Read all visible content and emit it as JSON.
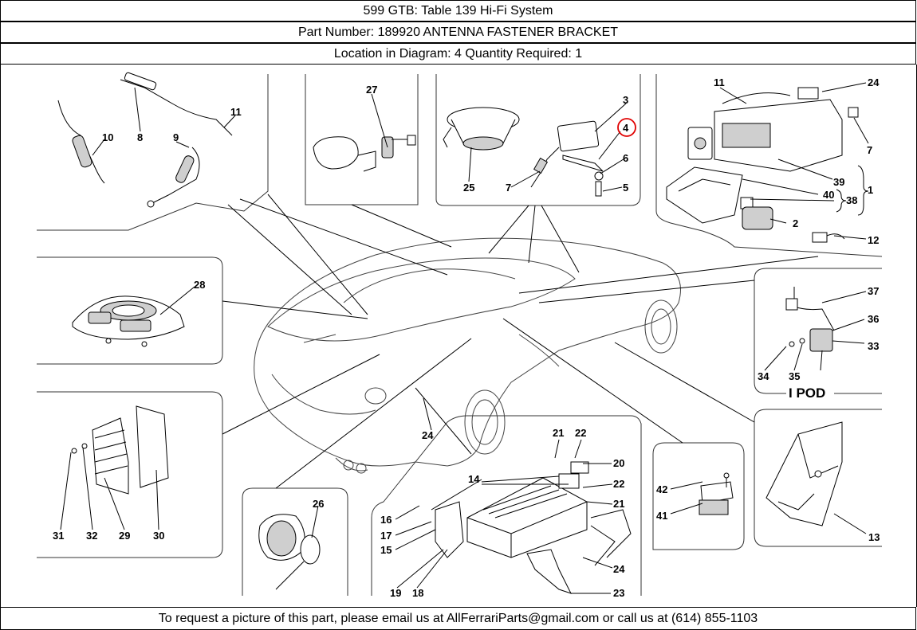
{
  "header": {
    "title": "599 GTB:   Table 139 Hi-Fi System",
    "part": "Part Number: 189920   ANTENNA FASTENER BRACKET",
    "location": "Location in Diagram: 4   Quantity Required: 1"
  },
  "footer": {
    "text": "To request a picture of this part, please email us at AllFerrariParts@gmail.com or call us at (614) 855-1103"
  },
  "diagram": {
    "highlighted_callout": "4",
    "highlight_color": "#e00000",
    "ipod_label": "I POD",
    "callouts": {
      "c1": "1",
      "c2": "2",
      "c3": "3",
      "c4": "4",
      "c5": "5",
      "c6": "6",
      "c7a": "7",
      "c7b": "7",
      "c8": "8",
      "c9": "9",
      "c10": "10",
      "c11a": "11",
      "c11b": "11",
      "c12": "12",
      "c13": "13",
      "c14": "14",
      "c15": "15",
      "c16": "16",
      "c17": "17",
      "c18": "18",
      "c19": "19",
      "c20": "20",
      "c21a": "21",
      "c21b": "21",
      "c22a": "22",
      "c22b": "22",
      "c23": "23",
      "c24a": "24",
      "c24b": "24",
      "c24c": "24",
      "c25": "25",
      "c26": "26",
      "c27": "27",
      "c28": "28",
      "c29": "29",
      "c30": "30",
      "c31": "31",
      "c32": "32",
      "c33": "33",
      "c34": "34",
      "c35": "35",
      "c36": "36",
      "c37": "37",
      "c38": "38",
      "c39": "39",
      "c40": "40",
      "c41": "41",
      "c42": "42"
    }
  }
}
